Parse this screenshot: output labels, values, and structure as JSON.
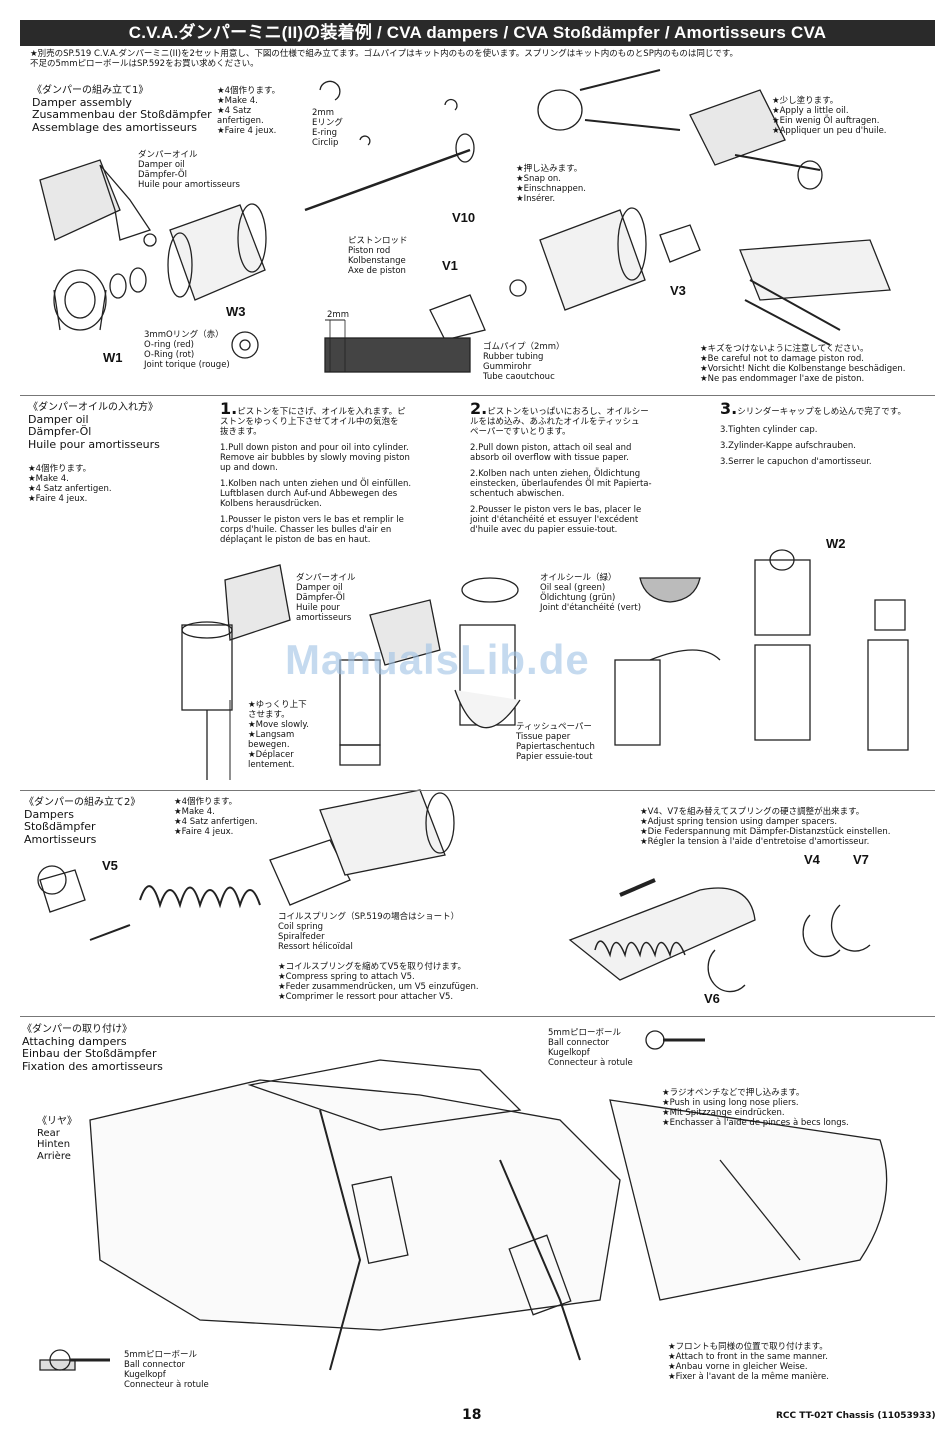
{
  "header": {
    "title": "C.V.A.ダンパーミニ(II)の装着例 / CVA dampers / CVA Stoßdämpfer / Amortisseurs CVA"
  },
  "top_note": [
    "★別売のSP.519 C.V.A.ダンパーミニ(II)を2セット用意し、下図の仕様で組み立てます。ゴムパイプはキット内のものを使います。スプリングはキット内のものとSP内のものは同じです。",
    "不足の5mmピローボールはSP.592をお買い求めください。"
  ],
  "damper_assembly": {
    "heading": [
      "《ダンパーの組み立て1》",
      "Damper assembly",
      "Zusammenbau der Stoßdämpfer",
      "Assemblage des amortisseurs"
    ],
    "make4": [
      "★4個作ります。",
      "★Make 4.",
      "★4 Satz",
      "anfertigen.",
      "★Faire 4 jeux."
    ],
    "damper_oil": [
      "ダンパーオイル",
      "Damper oil",
      "Dämpfer-Öl",
      "Huile pour amortisseurs"
    ],
    "oring": [
      "3mmOリング（赤）",
      "O-ring (red)",
      "O-Ring (rot)",
      "Joint torique (rouge)"
    ],
    "eclip": [
      "2mm",
      "Eリング",
      "E-ring",
      "Circlip"
    ],
    "piston_rod": [
      "ピストンロッド",
      "Piston rod",
      "Kolbenstange",
      "Axe de piston"
    ],
    "snap_on": [
      "★押し込みます。",
      "★Snap on.",
      "★Einschnappen.",
      "★Insérer."
    ],
    "little_oil": [
      "★少し塗ります。",
      "★Apply a little oil.",
      "★Ein wenig Öl auftragen.",
      "★Appliquer un peu d'huile."
    ],
    "rubber_tubing": [
      "ゴムパイプ（2mm）",
      "Rubber tubing",
      "Gummirohr",
      "Tube caoutchouc"
    ],
    "careful": [
      "★キズをつけないように注意してください。",
      "★Be careful not to damage piston rod.",
      "★Vorsicht! Nicht die Kolbenstange beschädigen.",
      "★Ne pas endommager l'axe de piston."
    ],
    "parts": {
      "w1": "W1",
      "w3": "W3",
      "v10": "V10",
      "v1": "V1",
      "v3": "V3",
      "mm2": "2mm"
    }
  },
  "oil_filling": {
    "heading": [
      "《ダンパーオイルの入れ方》",
      "Damper oil",
      "Dämpfer-Öl",
      "Huile pour amortisseurs"
    ],
    "make4": [
      "★4個作ります。",
      "★Make 4.",
      "★4 Satz anfertigen.",
      "★Faire 4 jeux."
    ],
    "step1": {
      "num": "1.",
      "jp": [
        "ピストンを下にさげ、オイルを入れます。ピ",
        "ストンをゆっくり上下させてオイル中の気泡を",
        "抜きます。"
      ],
      "en": [
        "1.Pull down piston and pour oil into cylinder.",
        "Remove air bubbles by slowly moving piston",
        "up and down."
      ],
      "de": [
        "1.Kolben nach unten ziehen und Öl einfüllen.",
        "Luftblasen durch Auf-und Abbewegen des",
        "Kolbens herausdrücken."
      ],
      "fr": [
        "1.Pousser le piston vers le bas et remplir le",
        "corps d'huile. Chasser les bulles d'air en",
        "déplaçant le piston de bas en haut."
      ]
    },
    "step2": {
      "num": "2.",
      "jp": [
        "ピストンをいっぱいにおろし、オイルシー",
        "ルをはめ込み、あふれたオイルをティッシュ",
        "ペーパーですいとります。"
      ],
      "en": [
        "2.Pull down piston, attach oil seal and",
        "absorb oil overflow with tissue paper."
      ],
      "de": [
        "2.Kolben nach unten ziehen, Öldichtung",
        "einstecken, überlaufendes Öl mit Papierta-",
        "schentuch abwischen."
      ],
      "fr": [
        "2.Pousser le piston vers le bas, placer le",
        "joint d'étanchéité et essuyer l'excédent",
        "d'huile avec du papier essuie-tout."
      ]
    },
    "step3": {
      "num": "3.",
      "jp": [
        "シリンダーキャップをしめ込んで完了です。"
      ],
      "en": [
        "3.Tighten cylinder cap."
      ],
      "de": [
        "3.Zylinder-Kappe aufschrauben."
      ],
      "fr": [
        "3.Serrer le capuchon d'amortisseur."
      ]
    },
    "damper_oil": [
      "ダンパーオイル",
      "Damper oil",
      "Dämpfer-Öl",
      "Huile pour",
      "amortisseurs"
    ],
    "move_slowly": [
      "★ゆっくり上下",
      "させます。",
      "★Move slowly.",
      "★Langsam",
      "bewegen.",
      "★Déplacer",
      "lentement."
    ],
    "oil_seal": [
      "オイルシール（緑）",
      "Oil seal (green)",
      "Öldichtung (grün)",
      "Joint d'étanchéité (vert)"
    ],
    "tissue": [
      "ティッシュペーパー",
      "Tissue paper",
      "Papiertaschentuch",
      "Papier essuie-tout"
    ],
    "w2": "W2"
  },
  "dampers": {
    "heading": [
      "《ダンパーの組み立て2》",
      "Dampers",
      "Stoßdämpfer",
      "Amortisseurs"
    ],
    "make4": [
      "★4個作ります。",
      "★Make 4.",
      "★4 Satz anfertigen.",
      "★Faire 4 jeux."
    ],
    "v5": "V5",
    "coil_spring": [
      "コイルスプリング（SP.519の場合はショート）",
      "Coil spring",
      "Spiralfeder",
      "Ressort hélicoïdal"
    ],
    "compress": [
      "★コイルスプリングを縮めてV5を取り付けます。",
      "★Compress spring to attach V5.",
      "★Feder zusammendrücken, um V5 einzufügen.",
      "★Comprimer le ressort pour attacher V5."
    ],
    "adjust": [
      "★V4、V7を組み替えてスプリングの硬さ調整が出来ます。",
      "★Adjust spring tension using damper spacers.",
      "★Die Federspannung mit Dämpfer-Distanzstück einstellen.",
      "★Régler la tension à l'aide d'entretoise d'amortisseur."
    ],
    "v4": "V4",
    "v7": "V7",
    "v6": "V6"
  },
  "attaching": {
    "heading": [
      "《ダンパーの取り付け》",
      "Attaching dampers",
      "Einbau der Stoßdämpfer",
      "Fixation des amortisseurs"
    ],
    "rear": [
      "《リヤ》",
      "Rear",
      "Hinten",
      "Arrière"
    ],
    "ball_top": [
      "5mmピローボール",
      "Ball connector",
      "Kugelkopf",
      "Connecteur à rotule"
    ],
    "pliers": [
      "★ラジオペンチなどで押し込みます。",
      "★Push in using long nose pliers.",
      "★Mit Spitzzange eindrücken.",
      "★Enchasser à l'aide de pinces à becs longs."
    ],
    "ball_bottom": [
      "5mmピローボール",
      "Ball connector",
      "Kugelkopf",
      "Connecteur à rotule"
    ],
    "front": [
      "★フロントも同様の位置で取り付けます。",
      "★Attach to front in the same manner.",
      "★Anbau vorne in gleicher Weise.",
      "★Fixer à l'avant de la même manière."
    ]
  },
  "footer": {
    "page": "18",
    "model": "RCC TT-02T Chassis (11053933)"
  },
  "watermark": "ManualsLib.de"
}
